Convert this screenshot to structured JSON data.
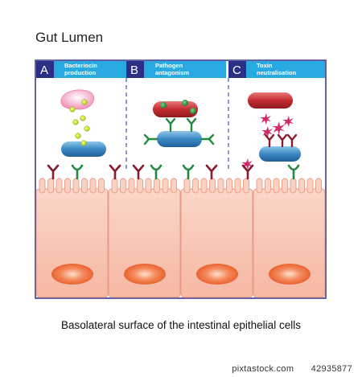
{
  "title": "Gut Lumen",
  "caption": "Basolateral surface of the intestinal epithelial cells",
  "footer": {
    "site": "pixtastock.com",
    "id": "42935877"
  },
  "panels": [
    {
      "letter": "A",
      "line1": "Bacteriocin",
      "line2": "production"
    },
    {
      "letter": "B",
      "line1": "Pathogen",
      "line2": "antagonism"
    },
    {
      "letter": "C",
      "line1": "Toxin",
      "line2": "neutralisation"
    }
  ],
  "colors": {
    "frame": "#2b2f86",
    "header_bar": "#29a9e1",
    "letter_box": "#2b2f86",
    "cell_fill": "#f7c2b0",
    "nucleus": "#f06a3b",
    "commensal": "#3b88c3",
    "pathogen": "#c42b2f",
    "bacteriocin_cell": "#f4a6c4",
    "bacteriocin_dot": "#d8e83a",
    "receptor_green": "#1f8a3c",
    "receptor_red": "#8a1a2e",
    "toxin": "#d42a6a"
  }
}
